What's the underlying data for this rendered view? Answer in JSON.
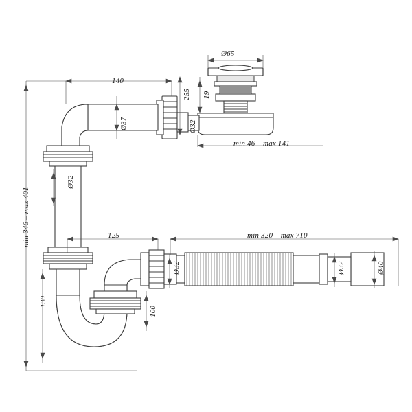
{
  "diagram": {
    "title": "Siphon assembly technical drawing",
    "background_color": "#ffffff",
    "line_color": "#3c3c3c"
  },
  "dimensions": {
    "d65": "Ø65",
    "len140": "140",
    "h255": "255",
    "h19": "19",
    "d37": "Ø37",
    "d32_top": "Ø32",
    "min46max141": "min 46 – max 141",
    "d32_riser": "Ø32",
    "min346max401": "min 346 – max 401",
    "len125": "125",
    "min320max710": "min 320 – max 710",
    "d32_tee": "Ø32",
    "d32_corr": "Ø32",
    "d40_end": "Ø40",
    "h130": "130",
    "h100": "100"
  }
}
